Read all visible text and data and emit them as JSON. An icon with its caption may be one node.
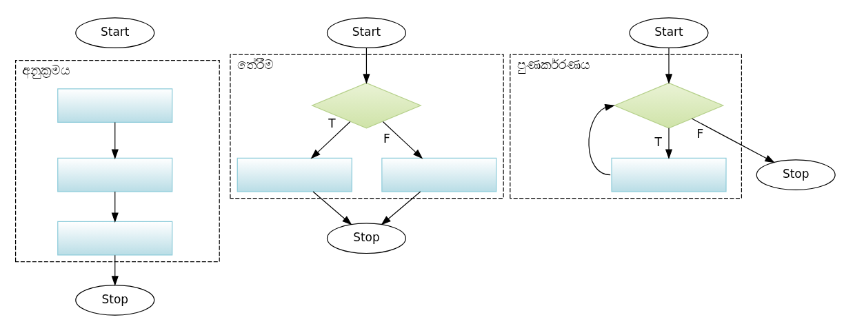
{
  "diagram": {
    "nodes": [
      {
        "text": [
          "අනුක්‍රමය"
        ]
      },
      {
        "text": [
          "Start"
        ]
      },
      {
        "text": [],
        "shape": "box",
        "in": 0
      },
      {
        "text": [],
        "shape": "box",
        "in": 0
      },
      {
        "text": [],
        "shape": "box",
        "in": 0
      },
      {
        "text": [
          "Stop"
        ]
      },
      {
        "text": [
          "තේරීම"
        ]
      },
      {
        "text": [
          "Start"
        ]
      },
      {
        "text": [],
        "shape": "diamond",
        "in": 6
      },
      {
        "text": [],
        "shape": "box",
        "in": 6
      },
      {
        "text": [],
        "shape": "box",
        "in": 6
      },
      {
        "text": [
          "Stop"
        ]
      },
      {
        "text": [
          "පුණර්කරණය"
        ]
      },
      {
        "text": [
          "Start"
        ]
      },
      {
        "text": [],
        "shape": "diamond",
        "in": 12
      },
      {
        "text": [],
        "shape": "box",
        "in": 12
      },
      {
        "text": [
          "Stop"
        ]
      }
    ],
    "edges": [
      {
        "from": 2,
        "to": 3,
        "arrow": "to"
      },
      {
        "from": 3,
        "to": 4,
        "arrow": "to"
      },
      {
        "from": 4,
        "to": 5,
        "arrow": "to"
      },
      {
        "from": 7,
        "to": 8,
        "arrow": "to"
      },
      {
        "from": 8,
        "to": 9,
        "arrow": "to",
        "label": "T"
      },
      {
        "from": 8,
        "to": 10,
        "arrow": "to",
        "label": "F"
      },
      {
        "from": 9,
        "to": 11,
        "arrow": "to"
      },
      {
        "from": 10,
        "to": 11,
        "arrow": "to"
      },
      {
        "from": 13,
        "to": 14,
        "arrow": "to"
      },
      {
        "from": 14,
        "to": 15,
        "arrow": "to",
        "label": "T"
      },
      {
        "from": 15,
        "to": 14,
        "arrow": "to"
      },
      {
        "from": 14,
        "to": 16,
        "arrow": "to",
        "label": "F"
      }
    ]
  }
}
